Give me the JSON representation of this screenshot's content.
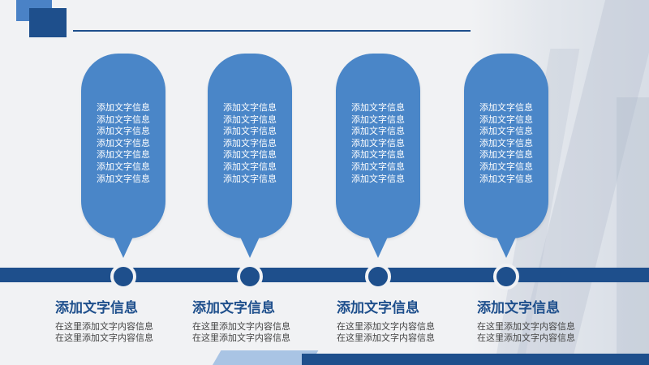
{
  "columns": [
    {
      "bubble_lines": [
        "添加文字信息",
        "添加文字信息",
        "添加文字信息",
        "添加文字信息",
        "添加文字信息",
        "添加文字信息",
        "添加文字信息"
      ],
      "title": "添加文字信息",
      "desc": [
        "在这里添加文字内容信息",
        "在这里添加文字内容信息"
      ]
    },
    {
      "bubble_lines": [
        "添加文字信息",
        "添加文字信息",
        "添加文字信息",
        "添加文字信息",
        "添加文字信息",
        "添加文字信息",
        "添加文字信息"
      ],
      "title": "添加文字信息",
      "desc": [
        "在这里添加文字内容信息",
        "在这里添加文字内容信息"
      ]
    },
    {
      "bubble_lines": [
        "添加文字信息",
        "添加文字信息",
        "添加文字信息",
        "添加文字信息",
        "添加文字信息",
        "添加文字信息",
        "添加文字信息"
      ],
      "title": "添加文字信息",
      "desc": [
        "在这里添加文字内容信息",
        "在这里添加文字内容信息"
      ]
    },
    {
      "bubble_lines": [
        "添加文字信息",
        "添加文字信息",
        "添加文字信息",
        "添加文字信息",
        "添加文字信息",
        "添加文字信息",
        "添加文字信息"
      ],
      "title": "添加文字信息",
      "desc": [
        "在这里添加文字内容信息",
        "在这里添加文字内容信息"
      ]
    }
  ],
  "colors": {
    "primary": "#1e4f8c",
    "bubble": "#4a86c8",
    "accent_light": "#a9c4e4",
    "background": "#f1f2f4"
  }
}
